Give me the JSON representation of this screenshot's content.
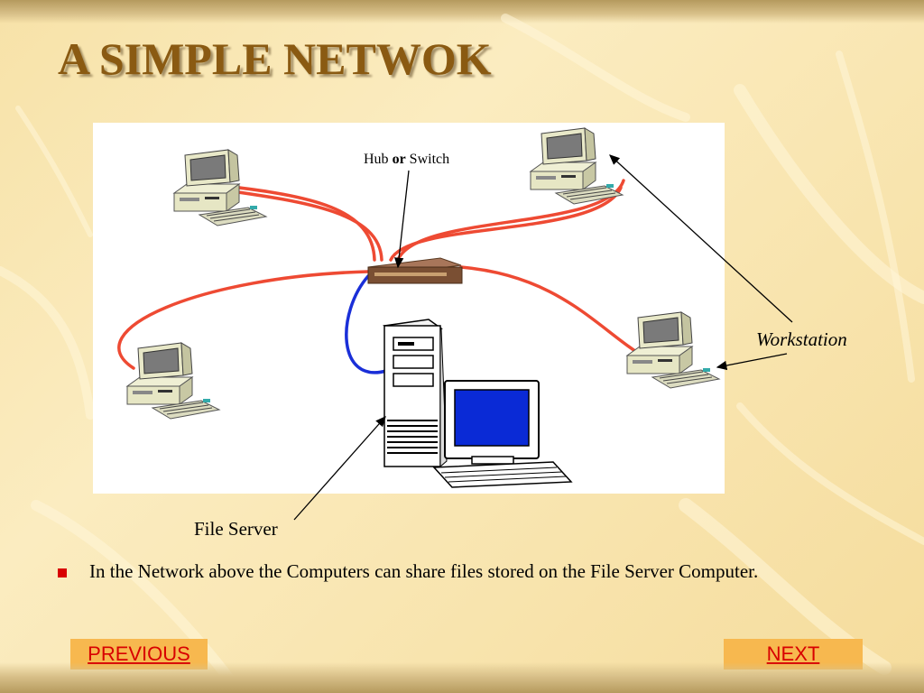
{
  "slide": {
    "title": "A SIMPLE NETWOK",
    "diagram": {
      "hub_label_prefix": "Hub",
      "hub_label_bold": "or",
      "hub_label_suffix": "Switch",
      "workstation_label": "Workstation",
      "file_server_label": "File Server"
    },
    "bullet_text": "In the Network above the Computers can share files stored on the File Server Computer."
  },
  "nav": {
    "previous_label": "PREVIOUS",
    "next_label": "NEXT"
  },
  "colors": {
    "title": "#8a5a12",
    "cable_red": "#ee4a33",
    "cable_blue": "#1a2fd8",
    "bullet": "#d80000",
    "nav_button_bg": "#f7b84f",
    "nav_button_text": "#d80000",
    "monitor_screen": "#0a2ad6"
  }
}
